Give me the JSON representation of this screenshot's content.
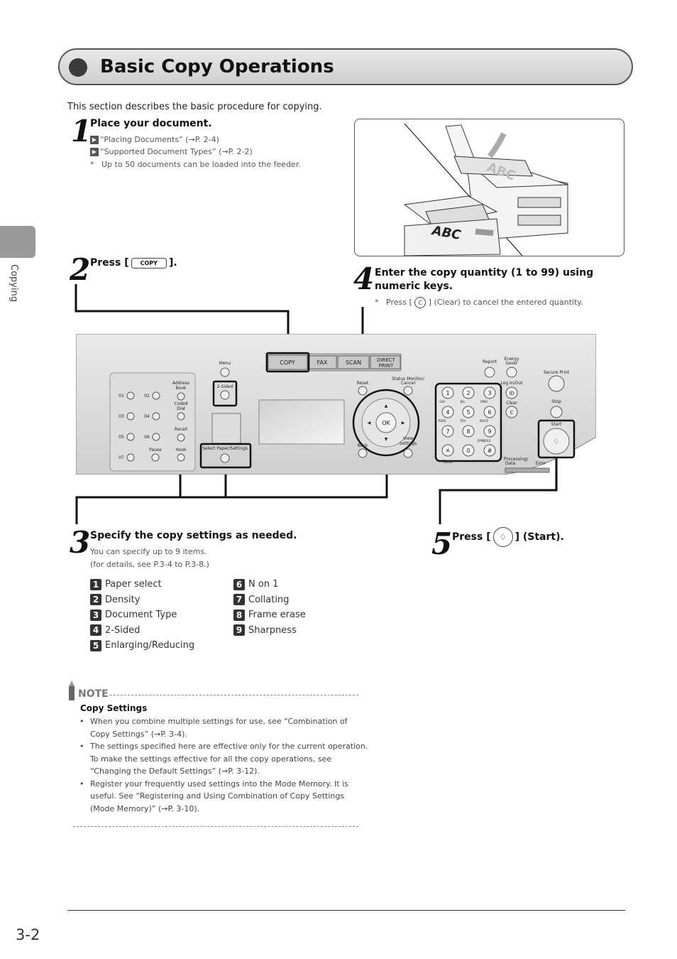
{
  "header": {
    "title": "Basic Copy Operations"
  },
  "side_tab": {
    "label": "Copying"
  },
  "intro": "This section describes the basic procedure for copying.",
  "step1": {
    "num": "1",
    "heading": "Place your document.",
    "refs": [
      "“Placing Documents” (→P. 2-4)",
      "“Supported Document Types” (→P. 2-2)"
    ],
    "note": "Up to 50 documents can be loaded into the feeder.",
    "note_mark": "*"
  },
  "illustration": {
    "doc_text": "ABC"
  },
  "step2": {
    "num": "2",
    "prefix": "Press [",
    "key": "COPY",
    "suffix": "]."
  },
  "step4": {
    "num": "4",
    "heading": "Enter the copy quantity (1 to 99) using numeric keys.",
    "note_mark": "*",
    "note_prefix": "Press [",
    "clear_key": "C",
    "note_suffix": "] (Clear) to cancel the entered quantity."
  },
  "panel": {
    "mode_keys": [
      "COPY",
      "FAX",
      "SCAN",
      "DIRECT PRINT"
    ],
    "labels": {
      "menu": "Menu",
      "two_sided": "2-Sided",
      "address_book": "Address Book",
      "coded_dial": "Coded Dial",
      "recall": "Recall",
      "hook": "Hook",
      "pause": "Pause",
      "select_paper": "Select Paper/Settings",
      "reset": "Reset",
      "status_monitor": "Status Monitor/ Cancel",
      "ok": "OK",
      "back": "Back",
      "view_settings": "View Settings",
      "report": "Report",
      "energy_saver": "Energy Saver",
      "login": "Log In/Out",
      "clear": "Clear",
      "tone": "Tone",
      "secure_print": "Secure Print",
      "stop": "Stop",
      "start": "Start",
      "processing": "Processing/ Data",
      "error": "Error",
      "id_key": "ID",
      "clear_key": "C"
    },
    "one_touch": [
      "01",
      "02",
      "03",
      "04",
      "05",
      "06",
      "07"
    ],
    "numkeys": [
      "1",
      "2",
      "3",
      "4",
      "5",
      "6",
      "7",
      "8",
      "9",
      "✳",
      "0",
      "#"
    ],
    "numkey_letters": [
      "GHI",
      "JKL",
      "MNO",
      "PQRS",
      "TUV",
      "WXYZ",
      "SYMBOLS"
    ]
  },
  "step3": {
    "num": "3",
    "heading": "Specify the copy settings as needed.",
    "line1": "You can specify up to 9 items.",
    "line2": "(for details, see P.3-4 to P.3-8.)",
    "settings_left": [
      {
        "n": "1",
        "label": "Paper select"
      },
      {
        "n": "2",
        "label": "Density"
      },
      {
        "n": "3",
        "label": "Document Type"
      },
      {
        "n": "4",
        "label": "2-Sided"
      },
      {
        "n": "5",
        "label": "Enlarging/Reducing"
      }
    ],
    "settings_right": [
      {
        "n": "6",
        "label": "N on 1"
      },
      {
        "n": "7",
        "label": "Collating"
      },
      {
        "n": "8",
        "label": "Frame erase"
      },
      {
        "n": "9",
        "label": "Sharpness"
      }
    ]
  },
  "step5": {
    "num": "5",
    "prefix": "Press [",
    "suffix": "] (Start)."
  },
  "note": {
    "label": "NOTE",
    "heading": "Copy Settings",
    "bullets": [
      [
        "When you combine multiple settings for use, see “Combination of",
        "Copy Settings” (→P. 3-4)."
      ],
      [
        "The settings specified here are effective only for the current operation.",
        "To make the settings effective for all the copy operations, see",
        "“Changing the Default Settings” (→P. 3-12)."
      ],
      [
        "Register your frequently used settings into the Mode Memory. It is",
        "useful. See “Registering and Using Combination of Copy Settings",
        "(Mode Memory)” (→P. 3-10)."
      ]
    ]
  },
  "footer": {
    "page": "3-2"
  }
}
